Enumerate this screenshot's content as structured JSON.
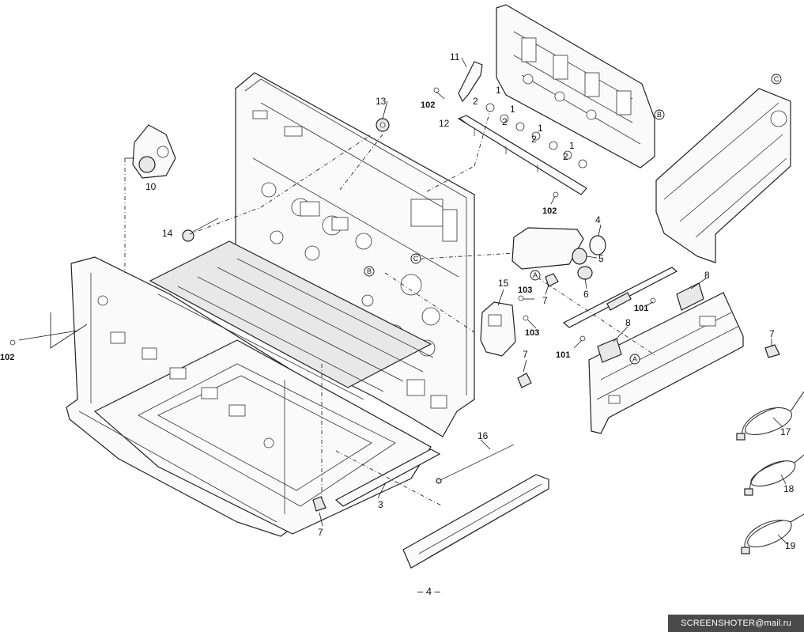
{
  "diagram": {
    "callouts": {
      "c1a": "1",
      "c1b": "1",
      "c1c": "1",
      "c1d": "1",
      "c2a": "2",
      "c2b": "2",
      "c2c": "2",
      "c2d": "2",
      "c3": "3",
      "c4": "4",
      "c5": "5",
      "c6": "6",
      "c7a": "7",
      "c7b": "7",
      "c7c": "7",
      "c7d": "7",
      "c8a": "8",
      "c8b": "8",
      "c10": "10",
      "c11": "11",
      "c12": "12",
      "c13": "13",
      "c14": "14",
      "c15": "15",
      "c16": "16",
      "c17": "17",
      "c18": "18",
      "c19": "19",
      "c101a": "101",
      "c101b": "101",
      "c102a": "102",
      "c102b": "102",
      "c102c": "102",
      "c103a": "103",
      "c103b": "103"
    },
    "refs": {
      "A1": "A",
      "A2": "A",
      "B1": "B",
      "B2": "B",
      "C1": "C",
      "C2": "C"
    }
  },
  "footer": {
    "page_number": "– 4 –"
  },
  "watermark": {
    "text": "SCREENSHOTER@mail.ru"
  }
}
